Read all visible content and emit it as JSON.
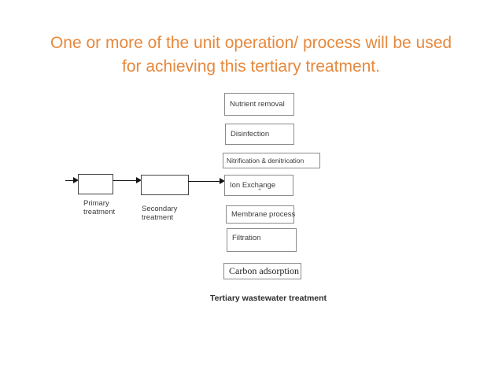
{
  "title": {
    "line1": "One or more of the unit operation/ process will be used",
    "line2": "for achieving this tertiary treatment.",
    "color": "#e6893e"
  },
  "diagram": {
    "stages": {
      "primary_label": "Primary\ntreatment",
      "secondary_label": "Secondary\ntreatment"
    },
    "options": [
      {
        "label": "Nutrient removal"
      },
      {
        "label": "Disinfection"
      },
      {
        "label": "Nitrification & denitrication"
      },
      {
        "label": "Ion Exchange"
      },
      {
        "label": "Membrane process"
      },
      {
        "label": "Filtration"
      },
      {
        "label": "Carbon adsorption"
      }
    ],
    "ion_exchange_mark": "+",
    "caption": "Tertiary wastewater treatment"
  }
}
